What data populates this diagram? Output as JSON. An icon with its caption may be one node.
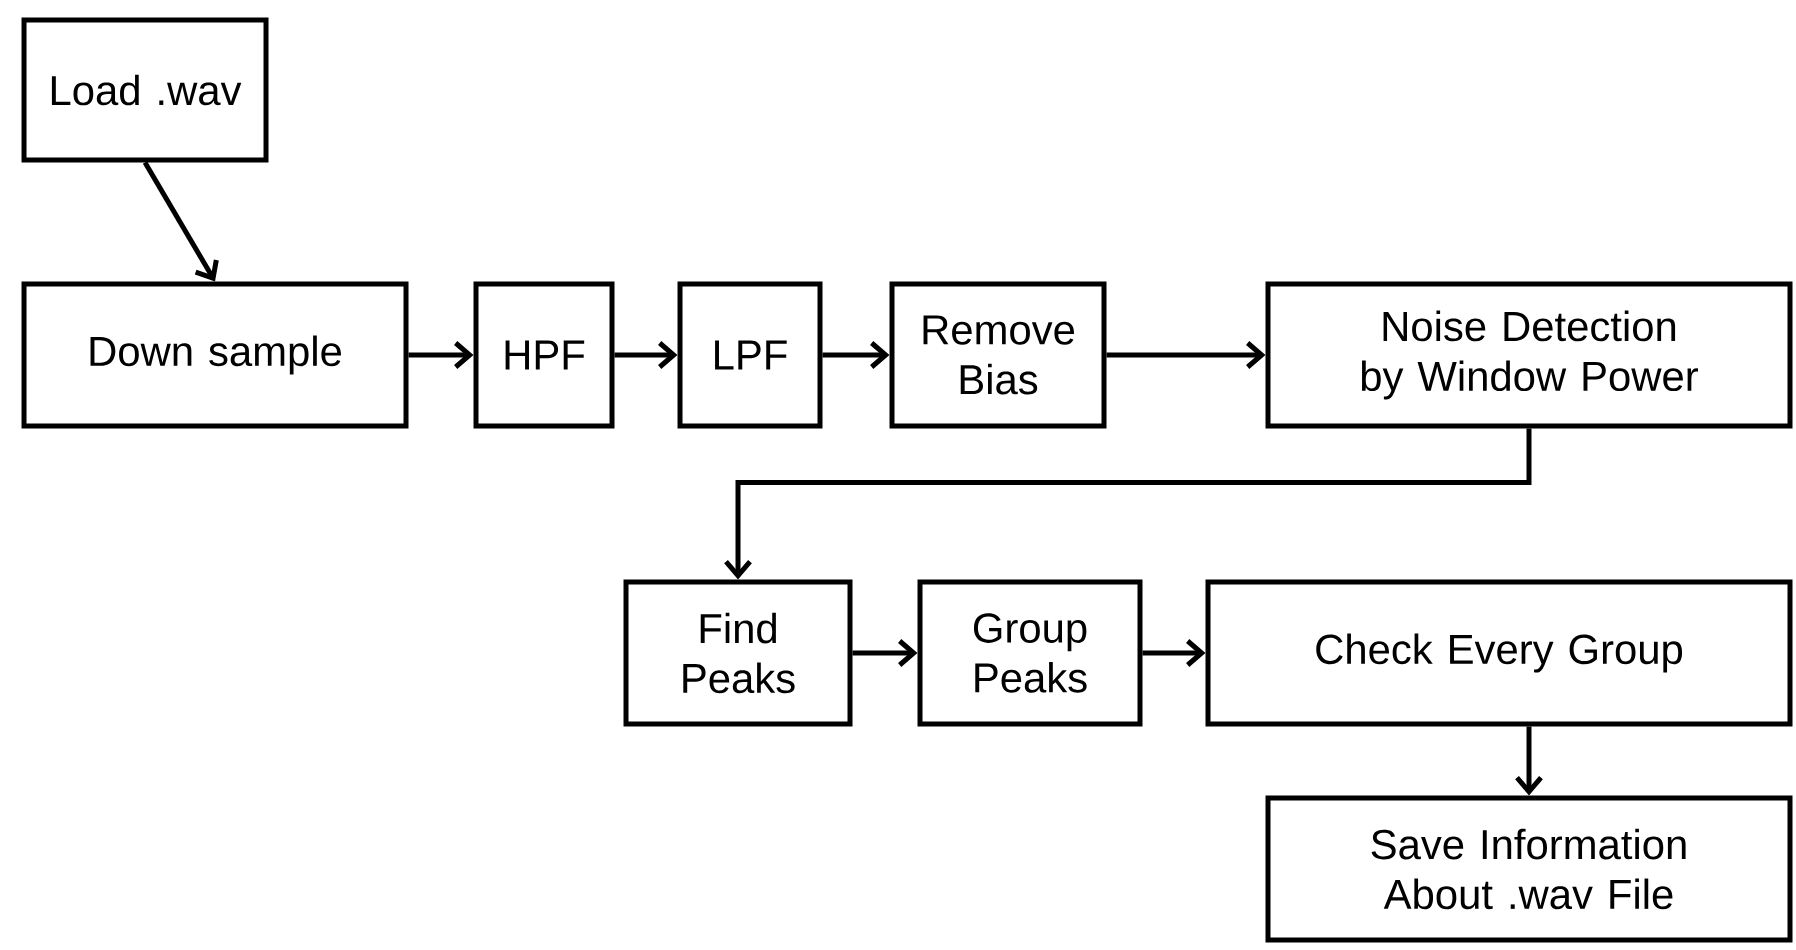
{
  "diagram": {
    "nodes": [
      {
        "text": [
          "Load .wav"
        ]
      },
      {
        "text": [
          "Down sample"
        ]
      },
      {
        "text": [
          "HPF"
        ]
      },
      {
        "text": [
          "LPF"
        ]
      },
      {
        "text": [
          "Remove Bias"
        ]
      },
      {
        "text": [
          "Noise Detection by Window Power"
        ]
      },
      {
        "text": [
          "Find Peaks"
        ]
      },
      {
        "text": [
          "Group Peaks"
        ]
      },
      {
        "text": [
          "Check Every Group"
        ]
      },
      {
        "text": [
          "Save Information About .wav File"
        ]
      }
    ],
    "edges": [
      {
        "from": 0,
        "to": 1,
        "arrow": "to"
      },
      {
        "from": 1,
        "to": 2,
        "arrow": "to"
      },
      {
        "from": 2,
        "to": 3,
        "arrow": "to"
      },
      {
        "from": 3,
        "to": 4,
        "arrow": "to"
      },
      {
        "from": 4,
        "to": 5,
        "arrow": "to"
      },
      {
        "from": 5,
        "to": 6,
        "arrow": "to"
      },
      {
        "from": 6,
        "to": 7,
        "arrow": "to"
      },
      {
        "from": 7,
        "to": 8,
        "arrow": "to"
      },
      {
        "from": 8,
        "to": 9,
        "arrow": "to"
      }
    ]
  }
}
